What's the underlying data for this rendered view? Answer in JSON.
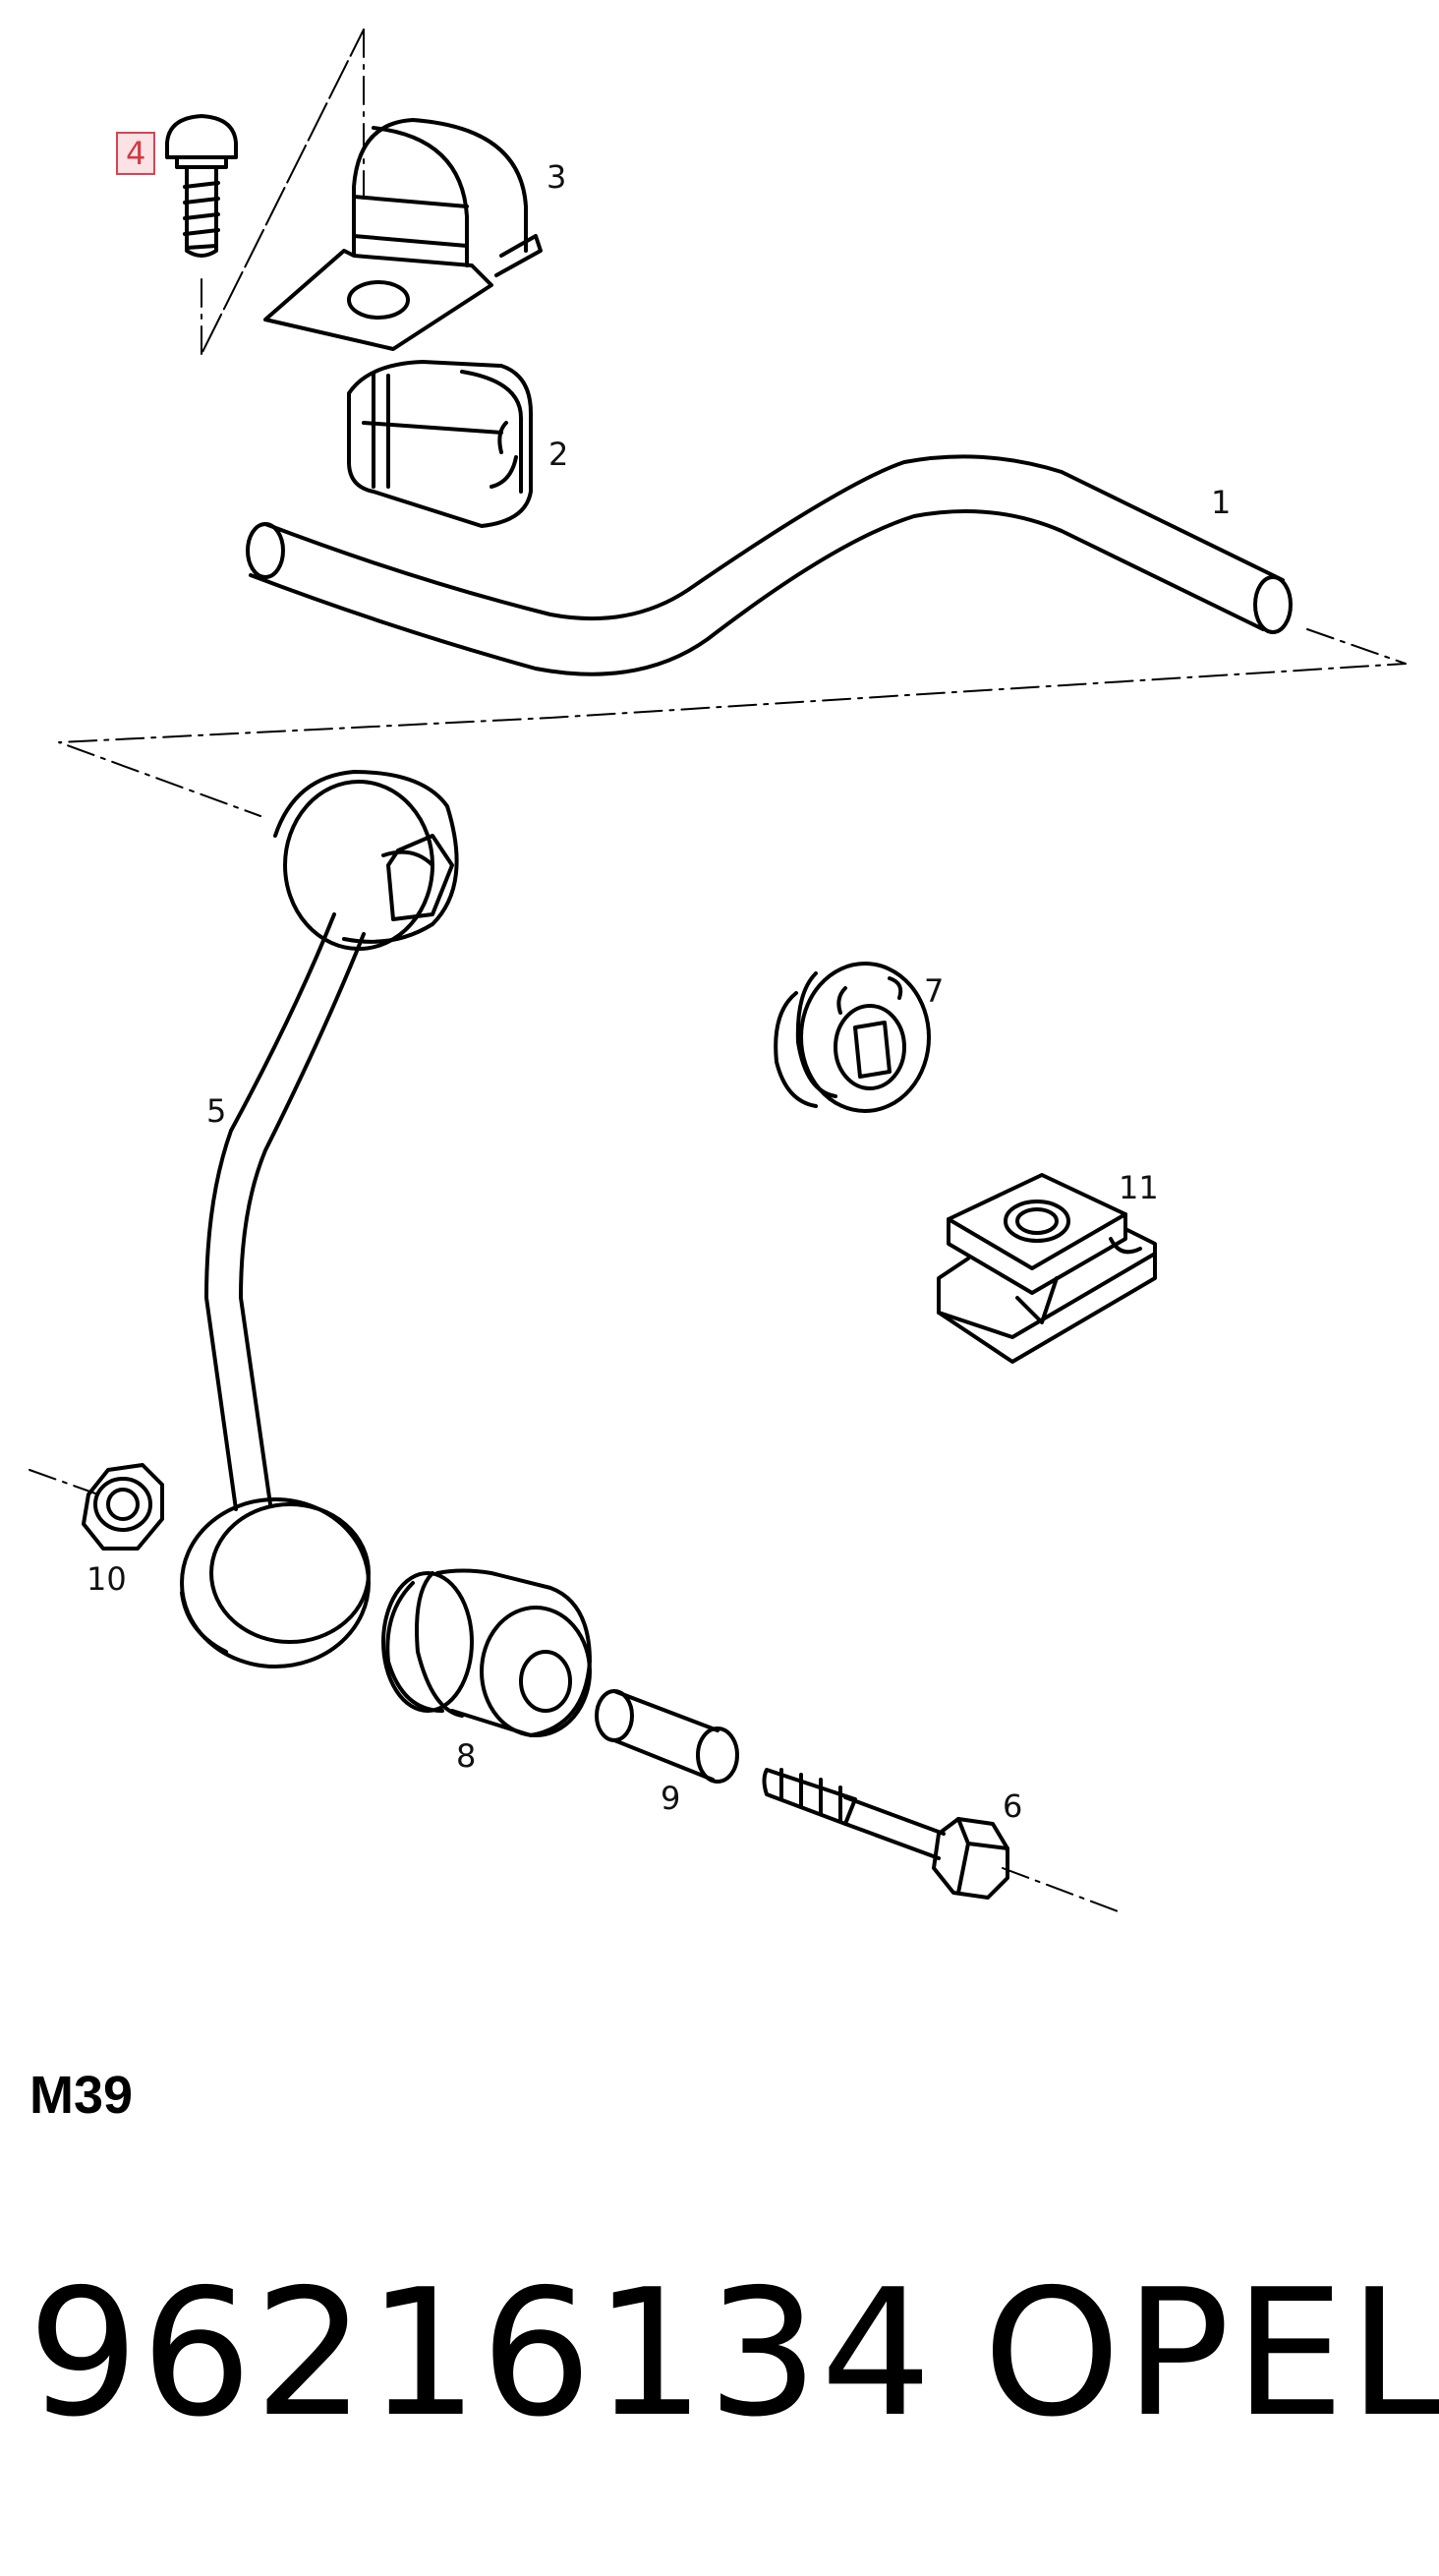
{
  "callouts": {
    "p1": "1",
    "p2": "2",
    "p3": "3",
    "p4": "4",
    "p5": "5",
    "p6": "6",
    "p7": "7",
    "p8": "8",
    "p9": "9",
    "p10": "10",
    "p11": "11"
  },
  "diagram_code": "M39",
  "part_number": "96216134",
  "brand": "OPEL",
  "colors": {
    "line": "#000000",
    "highlight_border": "#e04050",
    "highlight_fill": "#fbe3e5"
  }
}
